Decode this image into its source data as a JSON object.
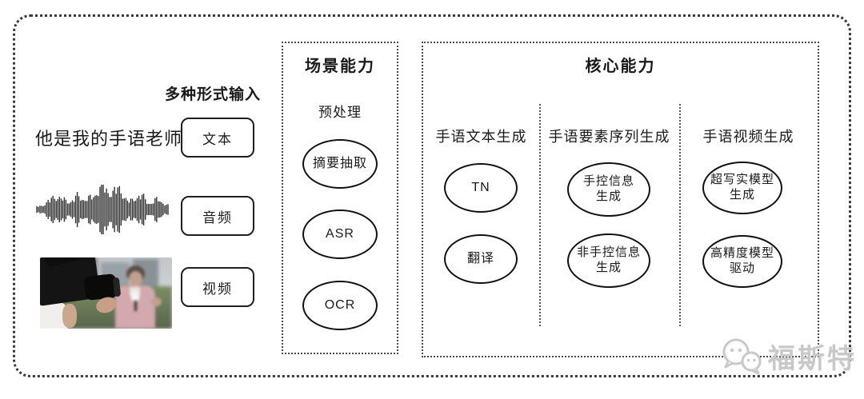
{
  "diagram": {
    "input": {
      "label": "多种形式输入",
      "sample_text": "他是我的手语老师",
      "modalities": [
        {
          "label": "文本"
        },
        {
          "label": "音频"
        },
        {
          "label": "视频"
        }
      ],
      "media": {
        "waveform_icon": "audio-waveform",
        "photo_icon": "camera-interview-photo"
      }
    },
    "scene": {
      "title": "场景能力",
      "stage_label": "预处理",
      "capabilities": [
        "摘要抽取",
        "ASR",
        "OCR"
      ]
    },
    "core": {
      "title": "核心能力",
      "columns": [
        {
          "header": "手语文本生成",
          "capabilities": [
            "TN",
            "翻译"
          ]
        },
        {
          "header": "手语要素序列生成",
          "capabilities": [
            "手控信息生成",
            "非手控信息生成"
          ]
        },
        {
          "header": "手语视频生成",
          "capabilities": [
            "超写实模型生成",
            "高精度模型驱动"
          ]
        }
      ]
    },
    "watermark": {
      "text": "福斯特",
      "logo": "wechat-bubbles-icon"
    },
    "colors": {
      "ink": "#1a1a1a",
      "border": "#3a3a3a",
      "watermark_gray": "#c8c8c8"
    }
  }
}
